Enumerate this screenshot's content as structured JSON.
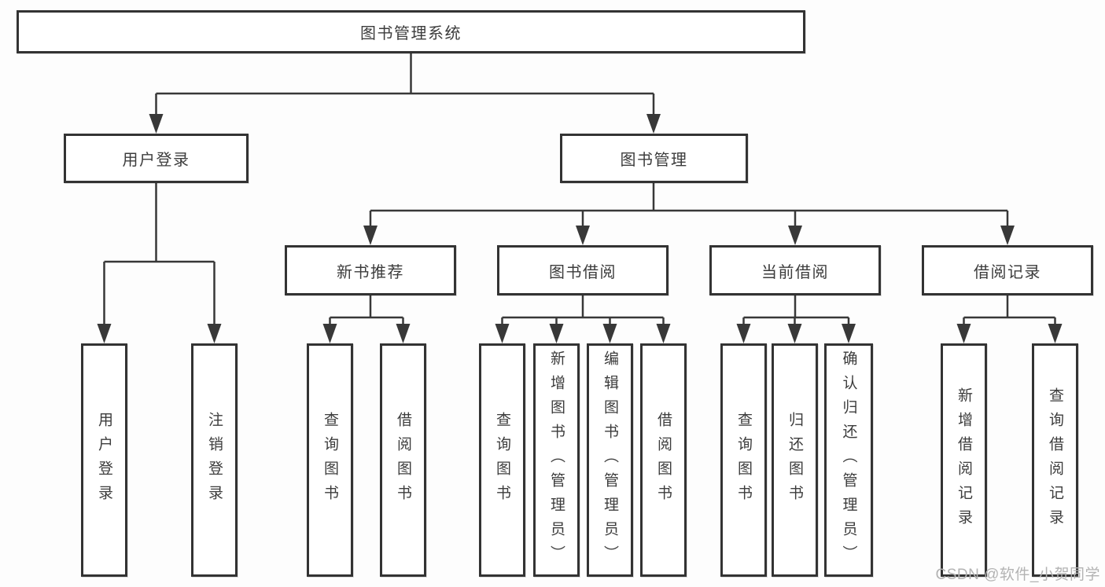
{
  "diagram": {
    "root": {
      "label": "图书管理系统"
    },
    "branches": [
      {
        "label": "用户登录",
        "children": [
          {
            "label": "用户登录"
          },
          {
            "label": "注销登录"
          }
        ]
      },
      {
        "label": "图书管理",
        "sections": [
          {
            "label": "新书推荐",
            "children": [
              {
                "label": "查询图书"
              },
              {
                "label": "借阅图书"
              }
            ]
          },
          {
            "label": "图书借阅",
            "children": [
              {
                "label": "查询图书"
              },
              {
                "label": "新增图书（管理员）"
              },
              {
                "label": "编辑图书（管理员）"
              },
              {
                "label": "借阅图书"
              }
            ]
          },
          {
            "label": "当前借阅",
            "children": [
              {
                "label": "查询图书"
              },
              {
                "label": "归还图书"
              },
              {
                "label": "确认归还（管理员）"
              }
            ]
          },
          {
            "label": "借阅记录",
            "children": [
              {
                "label": "新增借阅记录"
              },
              {
                "label": "查询借阅记录"
              }
            ]
          }
        ]
      }
    ]
  },
  "watermark": {
    "text": "CSDN @软件_小贺同学"
  },
  "colors": {
    "line": "#383838",
    "box_border": "#333333",
    "box_fill": "#ffffff",
    "text": "#3c3c3c",
    "watermark": "#b3b3b3",
    "background": "#fdfdfd"
  }
}
